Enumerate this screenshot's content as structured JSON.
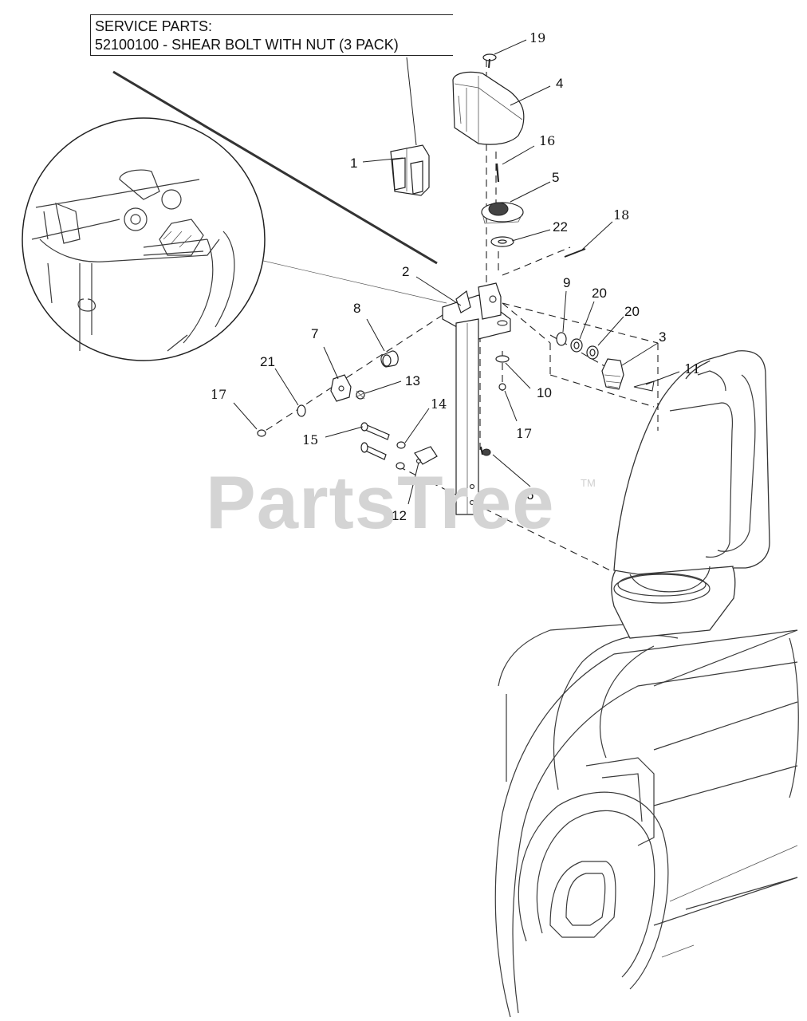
{
  "service_parts": {
    "heading": "SERVICE PARTS:",
    "line": "52100100 - SHEAR BOLT WITH NUT (3 PACK)"
  },
  "callouts": {
    "c1": "1",
    "c2": "2",
    "c3": "3",
    "c4": "4",
    "c5": "5",
    "c6": "6",
    "c7": "7",
    "c8": "8",
    "c9": "9",
    "c10": "10",
    "c11": "11",
    "c12": "12",
    "c13": "13",
    "c14": "14",
    "c15": "15",
    "c16": "16",
    "c17a": "17",
    "c17b": "17",
    "c18": "18",
    "c19": "19",
    "c20a": "20",
    "c20b": "20",
    "c21": "21",
    "c22": "22"
  },
  "watermark": {
    "text": "PartsTree",
    "tm": "TM"
  }
}
